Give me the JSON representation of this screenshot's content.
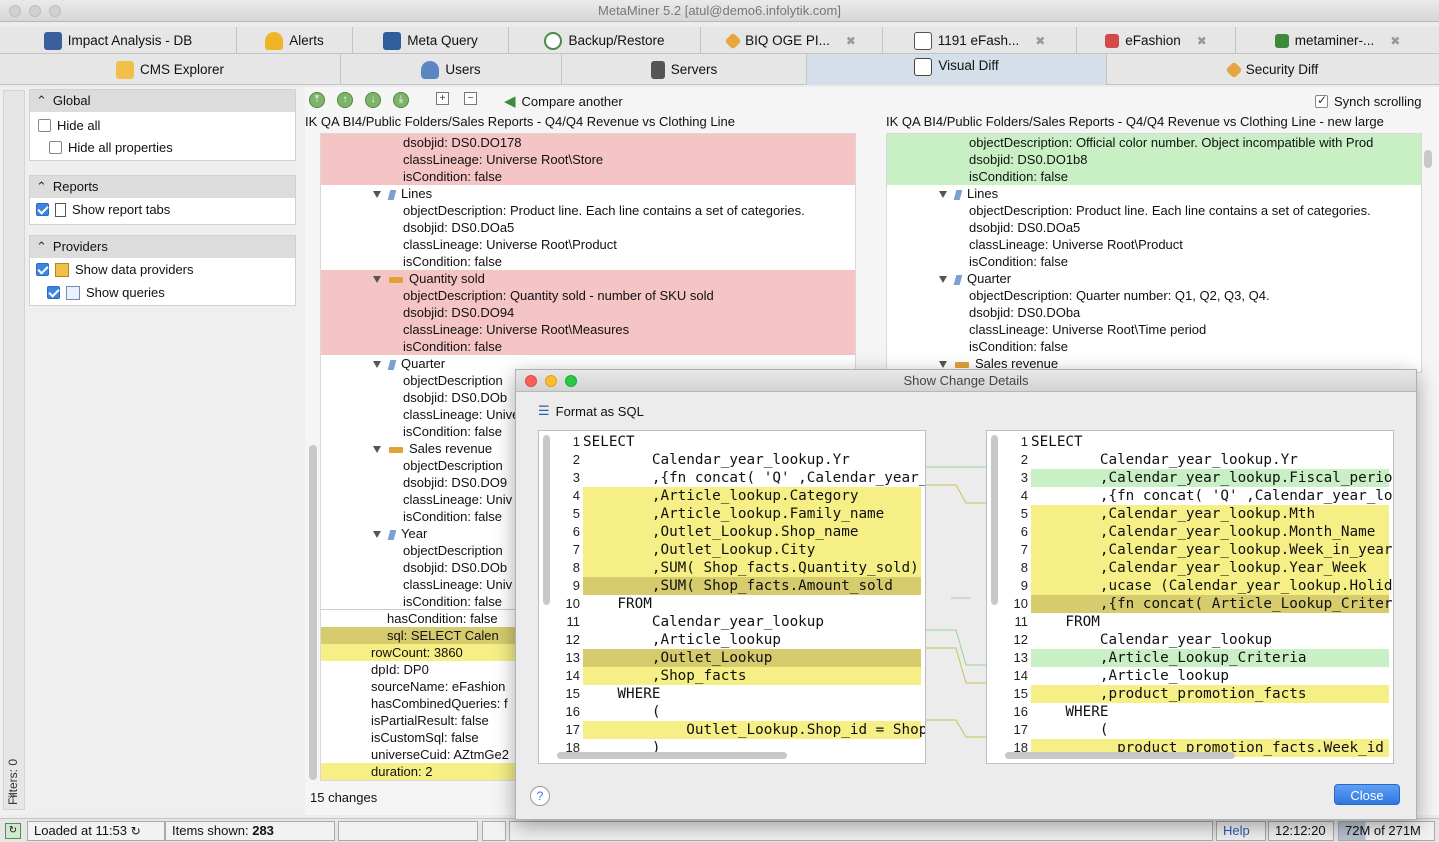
{
  "window": {
    "title": "MetaMiner 5.2 [atul@demo6.infolytik.com]"
  },
  "tabs_row1": [
    {
      "label": "Impact Analysis - DB",
      "icon": "database-icon",
      "closable": false
    },
    {
      "label": "Alerts",
      "icon": "bell-icon",
      "closable": false
    },
    {
      "label": "Meta Query",
      "icon": "sql-database-icon",
      "closable": false
    },
    {
      "label": "Backup/Restore",
      "icon": "restore-clock-icon",
      "closable": false
    },
    {
      "label": "BIQ OGE PI...",
      "icon": "key-icon",
      "closable": true
    },
    {
      "label": "1191 eFash...",
      "icon": "document-tree-icon",
      "closable": true
    },
    {
      "label": "eFashion",
      "icon": "network-icon",
      "closable": true
    },
    {
      "label": "metaminer-...",
      "icon": "hierarchy-icon",
      "closable": true
    }
  ],
  "tabs_row2": [
    {
      "label": "CMS Explorer",
      "icon": "folder-icon"
    },
    {
      "label": "Users",
      "icon": "users-icon"
    },
    {
      "label": "Servers",
      "icon": "server-icon"
    },
    {
      "label": "Visual Diff",
      "icon": "visual-diff-icon",
      "active": true
    },
    {
      "label": "Security Diff",
      "icon": "security-key-icon"
    }
  ],
  "filters": {
    "global": {
      "title": "Global",
      "hide_all": "Hide all",
      "hide_all_properties": "Hide all properties"
    },
    "reports": {
      "title": "Reports",
      "show_report_tabs": "Show report tabs"
    },
    "providers": {
      "title": "Providers",
      "show_data_providers": "Show data providers",
      "show_queries": "Show queries"
    },
    "vertical_label": "Filters: 0"
  },
  "toolbar": {
    "compare_another": "Compare another",
    "synch_scrolling": "Synch scrolling"
  },
  "paths": {
    "left": "IK QA BI4/Public Folders/Sales Reports - Q4/Q4 Revenue vs Clothing Line",
    "right": "IK QA BI4/Public Folders/Sales Reports - Q4/Q4 Revenue vs Clothing Line - new large"
  },
  "left_pane": [
    {
      "text": "dsobjid: DS0.DO178",
      "style": "red",
      "indent": 2
    },
    {
      "text": "classLineage: Universe Root\\Store",
      "style": "red",
      "indent": 2
    },
    {
      "text": "isCondition: false",
      "style": "red",
      "indent": 2
    },
    {
      "text": "Lines",
      "style": "",
      "indent": 1,
      "node": "dim"
    },
    {
      "text": "objectDescription: Product line. Each line contains a set of categories.",
      "style": "",
      "indent": 2
    },
    {
      "text": "dsobjid: DS0.DOa5",
      "style": "",
      "indent": 2
    },
    {
      "text": "classLineage: Universe Root\\Product",
      "style": "",
      "indent": 2
    },
    {
      "text": "isCondition: false",
      "style": "",
      "indent": 2
    },
    {
      "text": "Quantity sold",
      "style": "red",
      "indent": 1,
      "node": "meas"
    },
    {
      "text": "objectDescription: Quantity sold - number of SKU sold",
      "style": "red",
      "indent": 2
    },
    {
      "text": "dsobjid: DS0.DO94",
      "style": "red",
      "indent": 2
    },
    {
      "text": "classLineage: Universe Root\\Measures",
      "style": "red",
      "indent": 2
    },
    {
      "text": "isCondition: false",
      "style": "red",
      "indent": 2
    },
    {
      "text": "Quarter",
      "style": "",
      "indent": 1,
      "node": "dim"
    },
    {
      "text": "objectDescription",
      "style": "",
      "indent": 2
    },
    {
      "text": "dsobjid: DS0.DOb",
      "style": "",
      "indent": 2
    },
    {
      "text": "classLineage: Unive",
      "style": "",
      "indent": 2
    },
    {
      "text": "isCondition: false",
      "style": "",
      "indent": 2
    },
    {
      "text": "Sales revenue",
      "style": "",
      "indent": 1,
      "node": "meas"
    },
    {
      "text": "objectDescription",
      "style": "",
      "indent": 2
    },
    {
      "text": "dsobjid: DS0.DO9",
      "style": "",
      "indent": 2
    },
    {
      "text": "classLineage: Univ",
      "style": "",
      "indent": 2
    },
    {
      "text": "isCondition: false",
      "style": "",
      "indent": 2
    },
    {
      "text": "Year",
      "style": "",
      "indent": 1,
      "node": "dim"
    },
    {
      "text": "objectDescription",
      "style": "",
      "indent": 2
    },
    {
      "text": "dsobjid: DS0.DOb",
      "style": "",
      "indent": 2
    },
    {
      "text": "classLineage: Univ",
      "style": "",
      "indent": 2
    },
    {
      "text": "isCondition: false",
      "style": "sep",
      "indent": 2
    },
    {
      "text": "hasCondition: false",
      "style": "",
      "indent": 0
    },
    {
      "text": "sql: SELECT      Calen",
      "style": "olive",
      "indent": 0
    },
    {
      "text": "rowCount: 3860",
      "style": "yel",
      "indent": -1
    },
    {
      "text": "dpId: DP0",
      "style": "",
      "indent": -1
    },
    {
      "text": "sourceName: eFashion",
      "style": "",
      "indent": -1
    },
    {
      "text": "hasCombinedQueries: f",
      "style": "",
      "indent": -1
    },
    {
      "text": "isPartialResult: false",
      "style": "",
      "indent": -1
    },
    {
      "text": "isCustomSql: false",
      "style": "",
      "indent": -1
    },
    {
      "text": "universeCuid: AZtmGe2",
      "style": "",
      "indent": -1
    },
    {
      "text": "duration: 2",
      "style": "yel",
      "indent": -1
    }
  ],
  "right_pane": [
    {
      "text": "objectDescription: Official color number. Object incompatible with Prod",
      "style": "green",
      "indent": 2
    },
    {
      "text": "dsobjid: DS0.DO1b8",
      "style": "green",
      "indent": 2
    },
    {
      "text": "isCondition: false",
      "style": "green",
      "indent": 2
    },
    {
      "text": "Lines",
      "style": "",
      "indent": 1,
      "node": "dim"
    },
    {
      "text": "objectDescription: Product line. Each line contains a set of categories.",
      "style": "",
      "indent": 2
    },
    {
      "text": "dsobjid: DS0.DOa5",
      "style": "",
      "indent": 2
    },
    {
      "text": "classLineage: Universe Root\\Product",
      "style": "",
      "indent": 2
    },
    {
      "text": "isCondition: false",
      "style": "",
      "indent": 2
    },
    {
      "text": "Quarter",
      "style": "",
      "indent": 1,
      "node": "dim"
    },
    {
      "text": "objectDescription: Quarter number: Q1, Q2, Q3, Q4.",
      "style": "",
      "indent": 2
    },
    {
      "text": "dsobjid: DS0.DOba",
      "style": "",
      "indent": 2
    },
    {
      "text": "classLineage: Universe Root\\Time period",
      "style": "",
      "indent": 2
    },
    {
      "text": "isCondition: false",
      "style": "",
      "indent": 2
    },
    {
      "text": "Sales revenue",
      "style": "",
      "indent": 1,
      "node": "meas"
    }
  ],
  "changes_count": "15 changes",
  "dialog": {
    "title": "Show Change Details",
    "format_sql": "Format as SQL",
    "close": "Close",
    "help": "?",
    "left_code": [
      {
        "n": "1",
        "t": "SELECT",
        "s": ""
      },
      {
        "n": "2",
        "t": "        Calendar_year_lookup.Yr",
        "s": ""
      },
      {
        "n": "3",
        "t": "        ,{fn concat( 'Q' ,Calendar_year_lookup.Qtr)}",
        "s": ""
      },
      {
        "n": "4",
        "t": "        ,Article_lookup.Category",
        "s": "y"
      },
      {
        "n": "5",
        "t": "        ,Article_lookup.Family_name",
        "s": "y"
      },
      {
        "n": "6",
        "t": "        ,Outlet_Lookup.Shop_name",
        "s": "y"
      },
      {
        "n": "7",
        "t": "        ,Outlet_Lookup.City",
        "s": "y"
      },
      {
        "n": "8",
        "t": "        ,SUM( Shop_facts.Quantity_sold)",
        "s": "y"
      },
      {
        "n": "9",
        "t": "        ,SUM( Shop_facts.Amount_sold",
        "s": "o"
      },
      {
        "n": "10",
        "t": "    FROM",
        "s": ""
      },
      {
        "n": "11",
        "t": "        Calendar_year_lookup",
        "s": ""
      },
      {
        "n": "12",
        "t": "        ,Article_lookup",
        "s": ""
      },
      {
        "n": "13",
        "t": "        ,Outlet_Lookup",
        "s": "o"
      },
      {
        "n": "14",
        "t": "        ,Shop_facts",
        "s": "y"
      },
      {
        "n": "15",
        "t": "    WHERE",
        "s": ""
      },
      {
        "n": "16",
        "t": "        (",
        "s": ""
      },
      {
        "n": "17",
        "t": "            Outlet_Lookup.Shop_id = Shop_facts.Shop_id",
        "s": "y"
      },
      {
        "n": "18",
        "t": "        )",
        "s": ""
      }
    ],
    "right_code": [
      {
        "n": "1",
        "t": "SELECT",
        "s": ""
      },
      {
        "n": "2",
        "t": "        Calendar_year_lookup.Yr",
        "s": ""
      },
      {
        "n": "3",
        "t": "        ,Calendar_year_lookup.Fiscal_period",
        "s": "g"
      },
      {
        "n": "4",
        "t": "        ,{fn concat( 'Q' ,Calendar_year_lookup.Qtr)}",
        "s": ""
      },
      {
        "n": "5",
        "t": "        ,Calendar_year_lookup.Mth",
        "s": "y"
      },
      {
        "n": "6",
        "t": "        ,Calendar_year_lookup.Month_Name",
        "s": "y"
      },
      {
        "n": "7",
        "t": "        ,Calendar_year_lookup.Week_in_year",
        "s": "y"
      },
      {
        "n": "8",
        "t": "        ,Calendar_year_lookup.Year_Week",
        "s": "y"
      },
      {
        "n": "9",
        "t": "        ,ucase (Calendar_year_lookup.Holiday_Flag)",
        "s": "y"
      },
      {
        "n": "10",
        "t": "        ,{fn concat( Article_Lookup_Criteria.Criteria)}",
        "s": "o"
      },
      {
        "n": "11",
        "t": "    FROM",
        "s": ""
      },
      {
        "n": "12",
        "t": "        Calendar_year_lookup",
        "s": ""
      },
      {
        "n": "13",
        "t": "        ,Article_Lookup_Criteria",
        "s": "g"
      },
      {
        "n": "14",
        "t": "        ,Article_lookup",
        "s": ""
      },
      {
        "n": "15",
        "t": "        ,product_promotion_facts",
        "s": "y"
      },
      {
        "n": "16",
        "t": "    WHERE",
        "s": ""
      },
      {
        "n": "17",
        "t": "        (",
        "s": ""
      },
      {
        "n": "18",
        "t": "          product_promotion_facts.Week_id",
        "s": "y"
      }
    ]
  },
  "status": {
    "loaded": "Loaded at 11:53",
    "items_label": "Items shown:",
    "items_count": "283",
    "help": "Help",
    "time": "12:12:20",
    "memory": "72M of 271M"
  }
}
